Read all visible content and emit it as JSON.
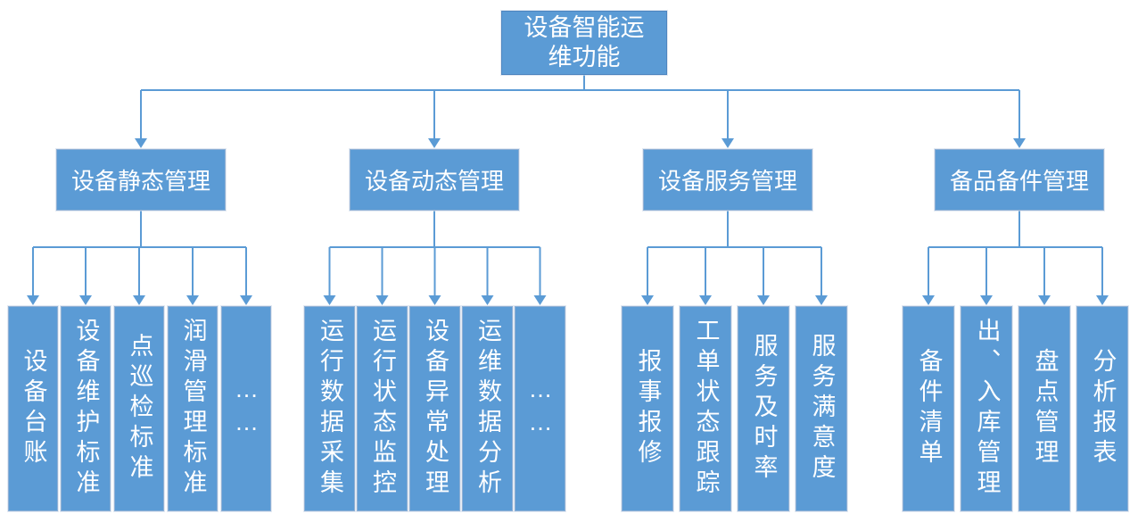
{
  "diagram": {
    "title": "设备智能运维功能",
    "colors": {
      "box_fill": "#5b9bd5",
      "box_border_light": "#8fb0d5",
      "connector_line": "#5b9bd5",
      "text": "#ffffff",
      "background": "#ffffff"
    },
    "branches": [
      {
        "label": "设备静态管理",
        "children": [
          "设备台账",
          "设备维护标准",
          "点巡检标准",
          "润滑管理标准",
          "……"
        ]
      },
      {
        "label": "设备动态管理",
        "children": [
          "运行数据采集",
          "运行状态监控",
          "设备异常处理",
          "运维数据分析",
          "……"
        ]
      },
      {
        "label": "设备服务管理",
        "children": [
          "报事报修",
          "工单状态跟踪",
          "服务及时率",
          "服务满意度"
        ]
      },
      {
        "label": "备品备件管理",
        "children": [
          "备件清单",
          "出、入库管理",
          "盘点管理",
          "分析报表"
        ]
      }
    ]
  }
}
